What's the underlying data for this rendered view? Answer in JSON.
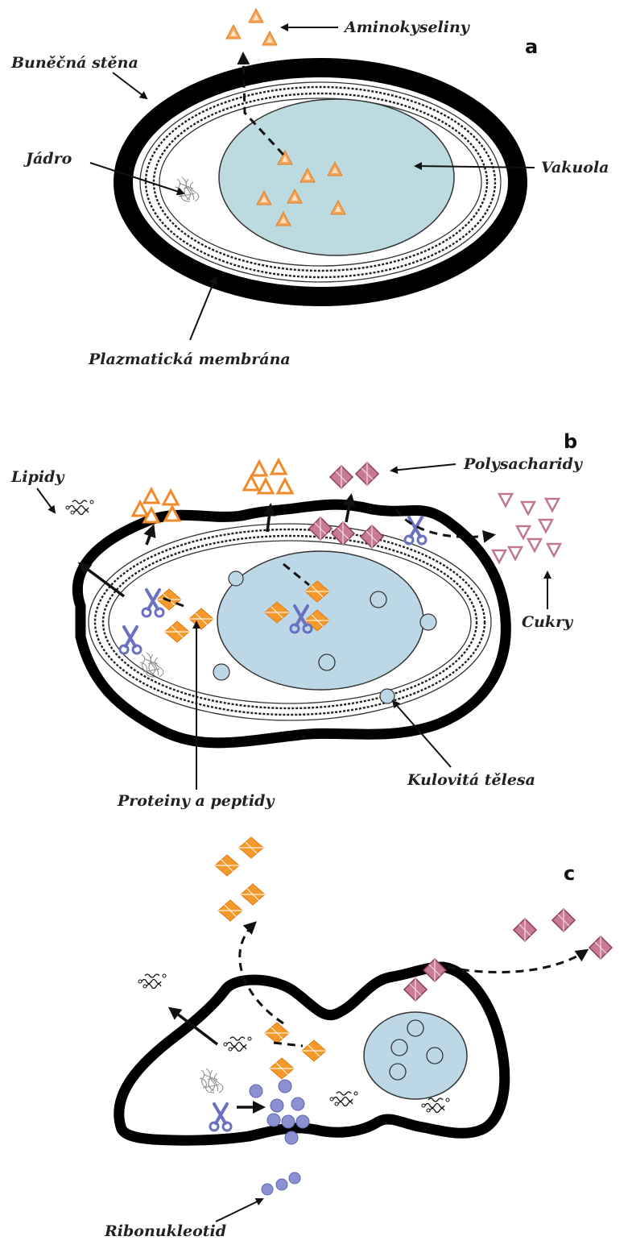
{
  "panels": {
    "a": {
      "letter": "a",
      "labels": {
        "aminoacids": "Aminokyseliny",
        "cell_wall": "Buněčná stěna",
        "nucleus": "Jádro",
        "vacuole": "Vakuola",
        "plasma_membrane": "Plazmatická membrána"
      }
    },
    "b": {
      "letter": "b",
      "labels": {
        "lipids": "Lipidy",
        "polysaccharides": "Polysacharidy",
        "sugars": "Cukry",
        "spherical_bodies": "Kulovitá tělesa",
        "proteins_peptides": "Proteiny a peptidy"
      }
    },
    "c": {
      "letter": "c",
      "labels": {
        "ribonucleotide": "Ribonukleotid"
      }
    }
  },
  "colors": {
    "aminoacid_orange": "#f5a45a",
    "protein_orange": "#f59a2a",
    "polysaccharide_pink": "#c97a95",
    "vacuole_blue": "#bcdbe0",
    "enzyme_purple": "#6c70c0",
    "ribonucleotide_purple": "#8a90d0",
    "wall_black": "#000000"
  },
  "icons": [
    "triangle-aminoacid-icon",
    "diamond-protein-icon",
    "diamond-polysaccharide-icon",
    "triangle-sugar-icon",
    "scissors-enzyme-icon",
    "nucleus-icon",
    "lipid-squiggle-icon",
    "ribonucleotide-icon"
  ]
}
